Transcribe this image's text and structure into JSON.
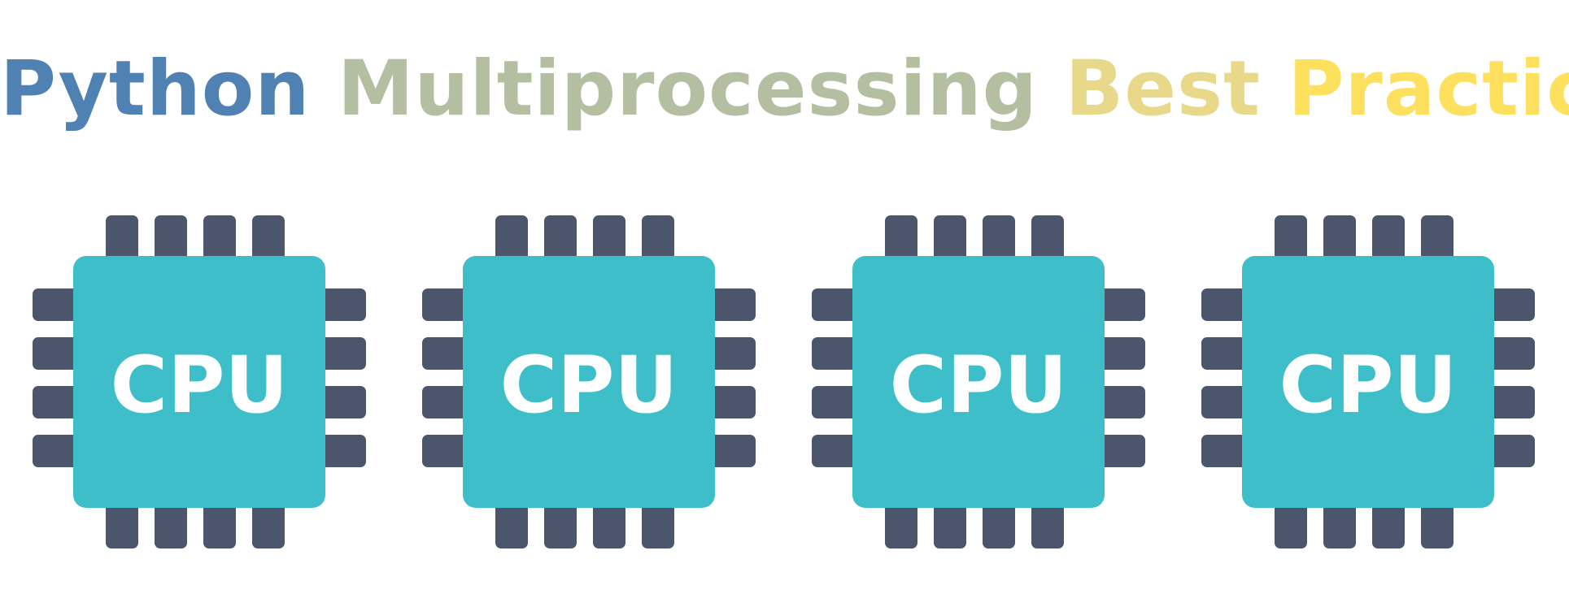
{
  "title": {
    "words": [
      {
        "text": "Python",
        "color": "#4f81b3"
      },
      {
        "text": "Multiprocessing",
        "color": "#b4bea0"
      },
      {
        "text": "Best",
        "color": "#e8d98a"
      },
      {
        "text": "Practice",
        "color": "#fde15e"
      }
    ],
    "gradient_start": "#4a7fb5",
    "gradient_end": "#ffe15a"
  },
  "chips": [
    {
      "label": "CPU",
      "icon": "cpu-chip-icon"
    },
    {
      "label": "CPU",
      "icon": "cpu-chip-icon"
    },
    {
      "label": "CPU",
      "icon": "cpu-chip-icon"
    },
    {
      "label": "CPU",
      "icon": "cpu-chip-icon"
    }
  ],
  "colors": {
    "chip_body": "#3dbec8",
    "chip_pins": "#4b556b",
    "chip_label": "#ffffff"
  }
}
